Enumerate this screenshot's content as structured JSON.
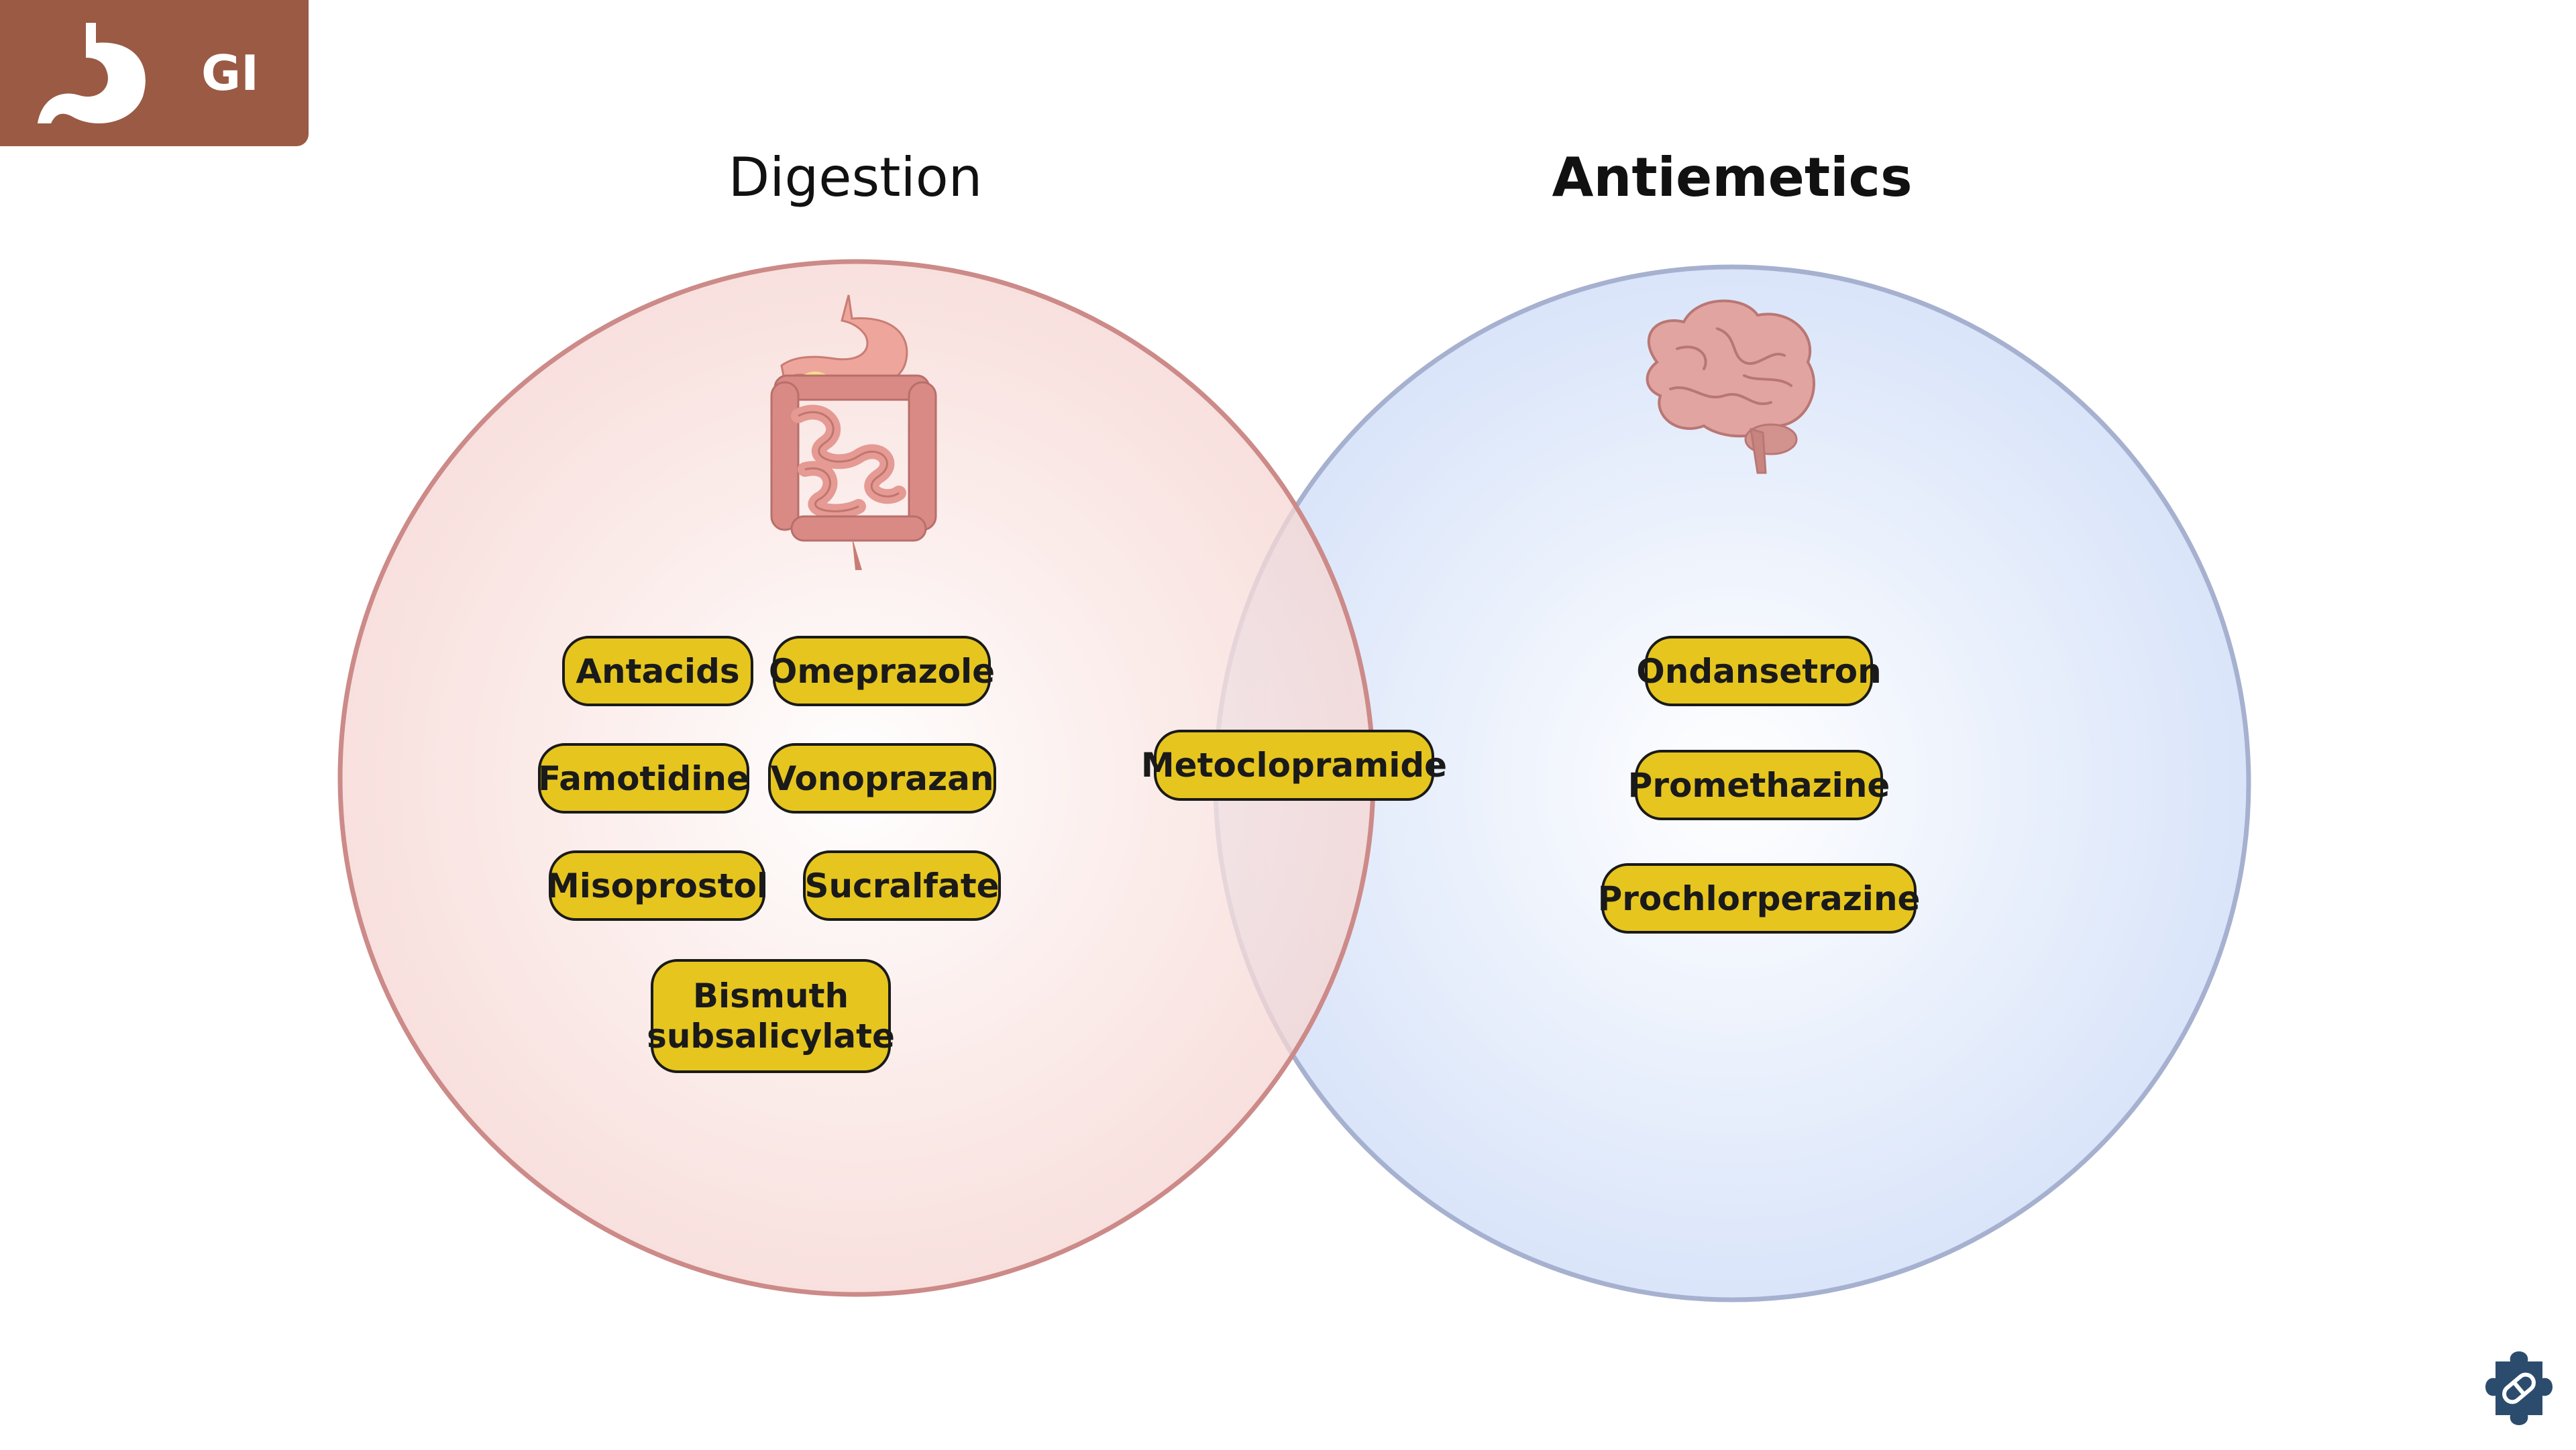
{
  "badge": {
    "label": "GI",
    "icon": "stomach-icon"
  },
  "sets": [
    {
      "title": "Digestion",
      "icon": "digestive-tract-icon",
      "fill": "#fbe3e0",
      "stroke": "#cc8a88"
    },
    {
      "title": "Antiemetics",
      "icon": "brain-icon",
      "fill": "#dbe6fb",
      "stroke": "#a6b0cf"
    }
  ],
  "digestion_only": [
    "Antacids",
    "Omeprazole",
    "Famotidine",
    "Vonoprazan",
    "Misoprostol",
    "Sucralfate",
    "Bismuth subsalicylate"
  ],
  "both": [
    "Metoclopramide"
  ],
  "antiemetics_only": [
    "Ondansetron",
    "Promethazine",
    "Prochlorperazine"
  ],
  "logo": {
    "icon": "puzzle-pill-icon"
  },
  "colors": {
    "badge": "#9a5a44",
    "pill": "#e6c51f",
    "pill_border": "#1a1a1a"
  }
}
